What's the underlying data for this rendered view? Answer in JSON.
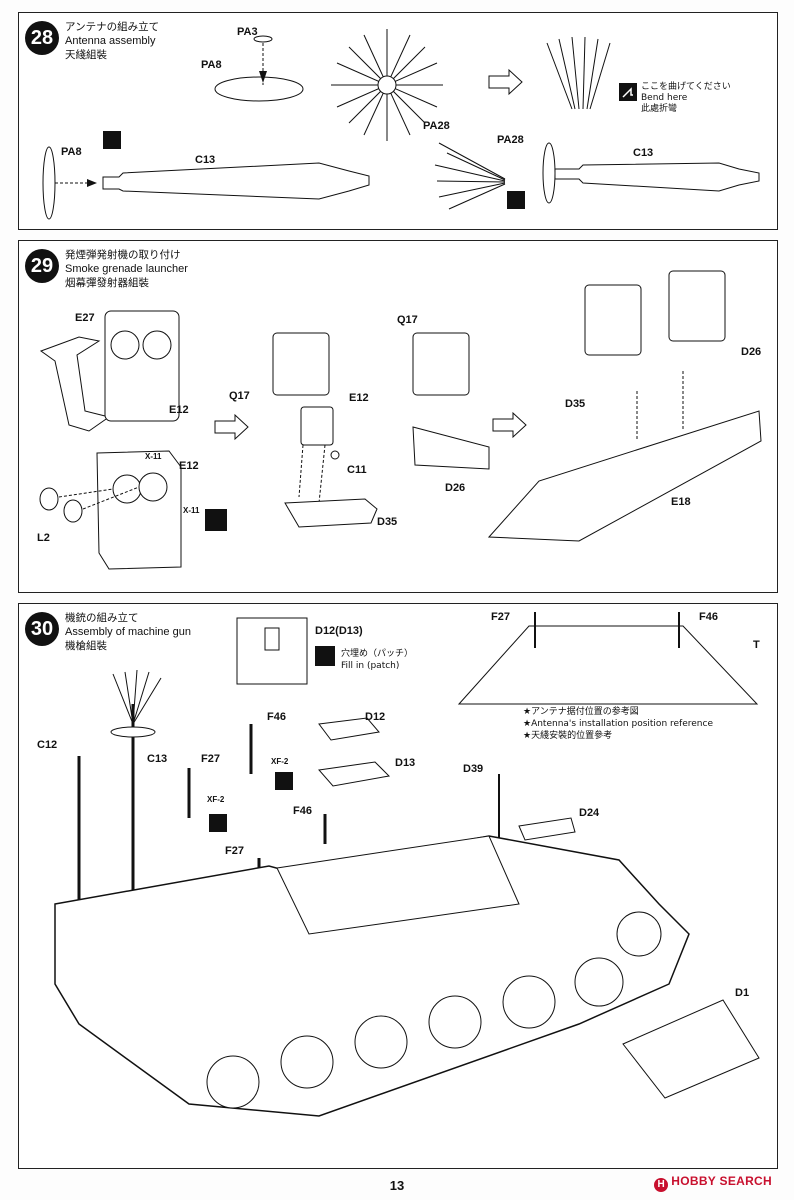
{
  "page_number": "13",
  "watermark": "HOBBY SEARCH",
  "steps": [
    {
      "number": "28",
      "title_ja": "アンテナの組み立て",
      "title_en": "Antenna assembly",
      "title_zh": "天綫組裝",
      "parts": [
        "PA3",
        "PA8",
        "PA28",
        "PA8",
        "C13",
        "PA28",
        "C13"
      ],
      "callout_ja": "ここを曲げてください",
      "callout_en": "Bend here",
      "callout_zh": "此處折彎"
    },
    {
      "number": "29",
      "title_ja": "発煙弾発射機の取り付け",
      "title_en": "Smoke grenade launcher",
      "title_zh": "烟幕彈發射器組裝",
      "parts": [
        "E27",
        "E12",
        "X-11",
        "E12",
        "X-11",
        "L2",
        "Q17",
        "E12",
        "C11",
        "D35",
        "Q17",
        "D26",
        "D35",
        "D26",
        "E18"
      ]
    },
    {
      "number": "30",
      "title_ja": "機銃の組み立て",
      "title_en": "Assembly of machine gun",
      "title_zh": "機槍組裝",
      "patch_part": "D12(D13)",
      "patch_ja": "穴埋め（パッチ）",
      "patch_en": "Fill in (patch)",
      "ref_ja": "★アンテナ据付位置の参考図",
      "ref_en": "★Antenna's installation position reference",
      "ref_zh": "★天綫安裝的位置參考",
      "parts": [
        "F27",
        "F46",
        "T",
        "D12",
        "D13",
        "C12",
        "C13",
        "F46",
        "F27",
        "XF-2",
        "XF-2",
        "F46",
        "F27",
        "D39",
        "D24",
        "D1"
      ]
    }
  ]
}
